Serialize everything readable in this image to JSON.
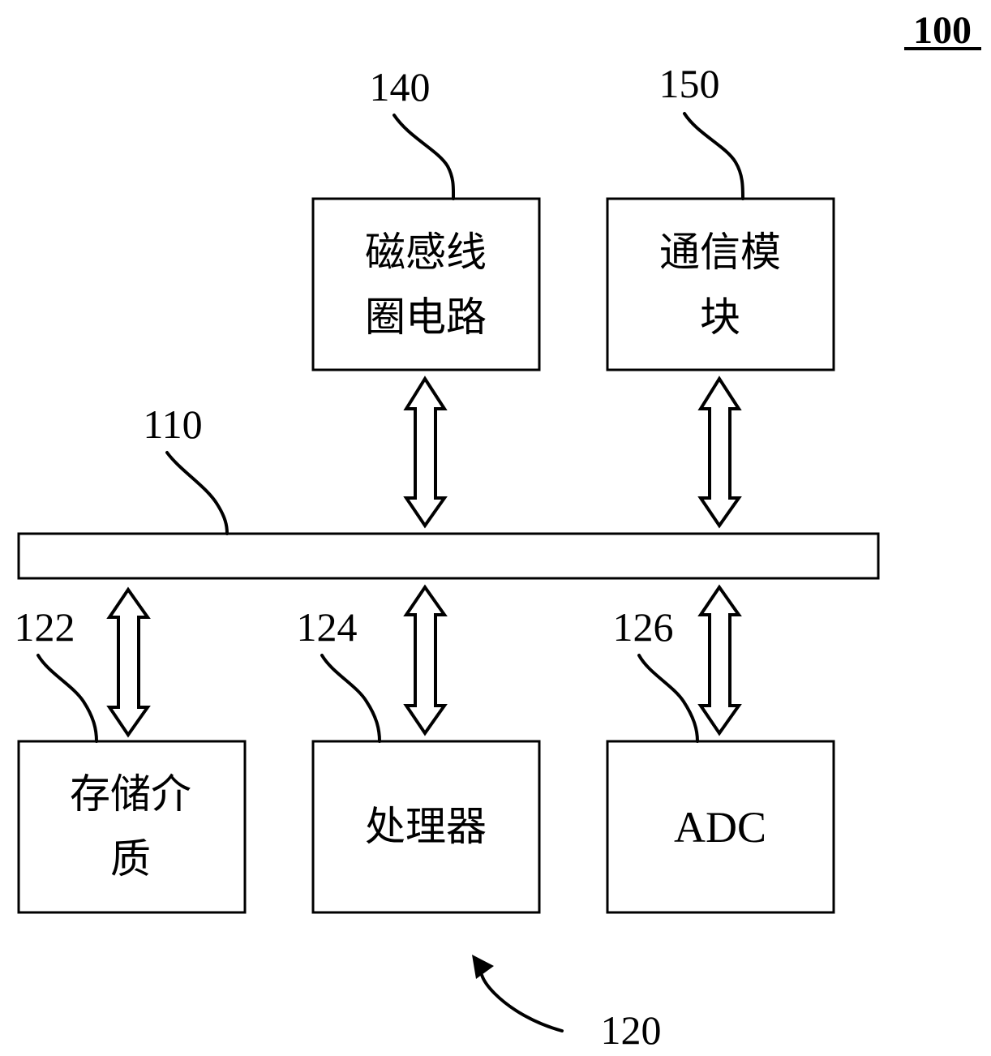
{
  "figure": {
    "number": "100"
  },
  "bus": {
    "ref": "110"
  },
  "top_blocks": [
    {
      "ref": "140",
      "lines": [
        "磁感线",
        "圈电路"
      ]
    },
    {
      "ref": "150",
      "lines": [
        "通信模",
        "块"
      ]
    }
  ],
  "bottom_blocks": [
    {
      "ref": "122",
      "lines": [
        "存储介",
        "质"
      ]
    },
    {
      "ref": "124",
      "lines": [
        "处理器"
      ]
    },
    {
      "ref": "126",
      "lines": [
        "ADC"
      ]
    }
  ],
  "group": {
    "ref": "120"
  }
}
